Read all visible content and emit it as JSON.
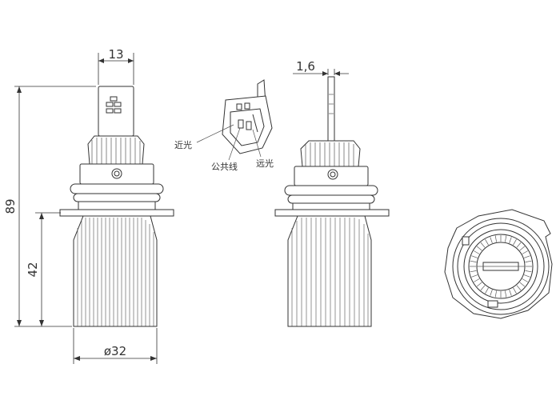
{
  "dimensions": {
    "plug_width": "13",
    "total_height": "89",
    "heatsink_height": "42",
    "diameter": "ø32",
    "pin_thickness": "1,6"
  },
  "connector_labels": {
    "low_beam": "近光",
    "common_wire": "公共线",
    "high_beam": "远光"
  }
}
